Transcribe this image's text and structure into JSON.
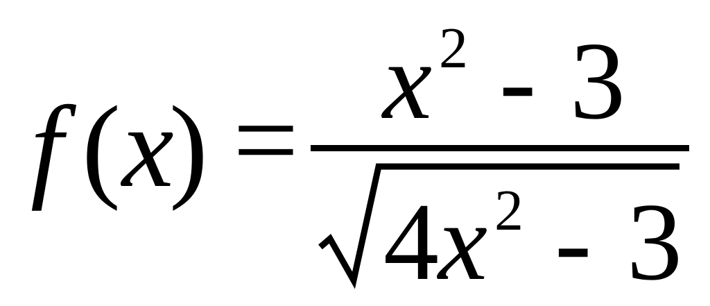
{
  "formula": {
    "lhs": {
      "function_name": "f",
      "left_paren": "(",
      "variable": "x",
      "right_paren": ")"
    },
    "equals": "=",
    "numerator": {
      "base": "x",
      "exponent": "2",
      "operator": "-",
      "constant": "3"
    },
    "denominator": {
      "radical_symbol": "√",
      "coefficient": "4",
      "base": "x",
      "exponent": "2",
      "operator": "-",
      "constant": "3"
    }
  }
}
